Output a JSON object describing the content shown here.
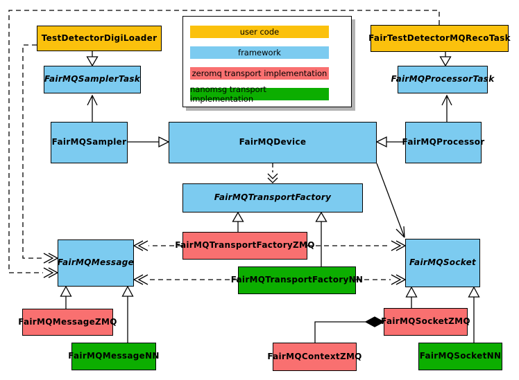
{
  "palette": {
    "user_code": "#FBC10D",
    "framework": "#7CCBF0",
    "zeromq_impl": "#F97070",
    "nanomsg_impl": "#0CAE00"
  },
  "legend": {
    "items": [
      {
        "label": "user code",
        "color": "#FBC10D"
      },
      {
        "label": "framework",
        "color": "#7CCBF0"
      },
      {
        "label": "zeromq transport implementation",
        "color": "#F97070"
      },
      {
        "label": "nanomsg transport implementation",
        "color": "#0CAE00"
      }
    ]
  },
  "nodes": {
    "testdetectordigiloader": {
      "label": "TestDetectorDigiLoader",
      "category": "user code",
      "abstract": false
    },
    "fairtestdetectormqrecotask": {
      "label": "FairTestDetectorMQRecoTask",
      "category": "user code",
      "abstract": false
    },
    "fairmqsamplertask": {
      "label": "FairMQSamplerTask",
      "category": "framework",
      "abstract": true
    },
    "fairmqprocessortask": {
      "label": "FairMQProcessorTask",
      "category": "framework",
      "abstract": true
    },
    "fairmqsampler": {
      "label": "FairMQSampler",
      "category": "framework",
      "abstract": false
    },
    "fairmqdevice": {
      "label": "FairMQDevice",
      "category": "framework",
      "abstract": false
    },
    "fairmqprocessor": {
      "label": "FairMQProcessor",
      "category": "framework",
      "abstract": false
    },
    "fairmqtransportfactory": {
      "label": "FairMQTransportFactory",
      "category": "framework",
      "abstract": true
    },
    "fairmqmessage": {
      "label": "FairMQMessage",
      "category": "framework",
      "abstract": true
    },
    "fairmqsocket": {
      "label": "FairMQSocket",
      "category": "framework",
      "abstract": true
    },
    "fairmqtransportfactoryzmq": {
      "label": "FairMQTransportFactoryZMQ",
      "category": "zeromq transport implementation",
      "abstract": false
    },
    "fairmqtransportfactorynn": {
      "label": "FairMQTransportFactoryNN",
      "category": "nanomsg transport implementation",
      "abstract": false
    },
    "fairmqmessagezmq": {
      "label": "FairMQMessageZMQ",
      "category": "zeromq transport implementation",
      "abstract": false
    },
    "fairmqmessagenn": {
      "label": "FairMQMessageNN",
      "category": "nanomsg transport implementation",
      "abstract": false
    },
    "fairmqsocketzmq": {
      "label": "FairMQSocketZMQ",
      "category": "zeromq transport implementation",
      "abstract": false
    },
    "fairmqsocketnn": {
      "label": "FairMQSocketNN",
      "category": "nanomsg transport implementation",
      "abstract": false
    },
    "fairmqcontextzmq": {
      "label": "FairMQContextZMQ",
      "category": "zeromq transport implementation",
      "abstract": false
    }
  },
  "edges": [
    {
      "from": "TestDetectorDigiLoader",
      "to": "FairMQSamplerTask",
      "kind": "inheritance"
    },
    {
      "from": "FairMQSampler",
      "to": "FairMQSamplerTask",
      "kind": "association"
    },
    {
      "from": "FairMQSampler",
      "to": "FairMQDevice",
      "kind": "inheritance"
    },
    {
      "from": "FairTestDetectorMQRecoTask",
      "to": "FairMQProcessorTask",
      "kind": "inheritance"
    },
    {
      "from": "FairMQProcessor",
      "to": "FairMQProcessorTask",
      "kind": "association"
    },
    {
      "from": "FairMQProcessor",
      "to": "FairMQDevice",
      "kind": "inheritance"
    },
    {
      "from": "FairMQDevice",
      "to": "FairMQTransportFactory",
      "kind": "dependency"
    },
    {
      "from": "FairMQDevice",
      "to": "FairMQSocket",
      "kind": "association"
    },
    {
      "from": "FairMQTransportFactoryZMQ",
      "to": "FairMQTransportFactory",
      "kind": "inheritance"
    },
    {
      "from": "FairMQTransportFactoryNN",
      "to": "FairMQTransportFactory",
      "kind": "inheritance"
    },
    {
      "from": "FairMQMessageZMQ",
      "to": "FairMQMessage",
      "kind": "inheritance"
    },
    {
      "from": "FairMQMessageNN",
      "to": "FairMQMessage",
      "kind": "inheritance"
    },
    {
      "from": "FairMQSocketZMQ",
      "to": "FairMQSocket",
      "kind": "inheritance"
    },
    {
      "from": "FairMQSocketNN",
      "to": "FairMQSocket",
      "kind": "inheritance"
    },
    {
      "from": "FairMQContextZMQ",
      "to": "FairMQSocketZMQ",
      "kind": "composition"
    },
    {
      "from": "TestDetectorDigiLoader",
      "to": "FairMQMessage",
      "kind": "dependency"
    },
    {
      "from": "FairTestDetectorMQRecoTask",
      "to": "FairMQMessage",
      "kind": "dependency"
    },
    {
      "from": "FairMQTransportFactoryZMQ",
      "to": "FairMQMessage",
      "kind": "dependency"
    },
    {
      "from": "FairMQTransportFactoryZMQ",
      "to": "FairMQSocket",
      "kind": "dependency"
    },
    {
      "from": "FairMQTransportFactoryNN",
      "to": "FairMQMessage",
      "kind": "dependency"
    },
    {
      "from": "FairMQTransportFactoryNN",
      "to": "FairMQSocket",
      "kind": "dependency"
    }
  ]
}
